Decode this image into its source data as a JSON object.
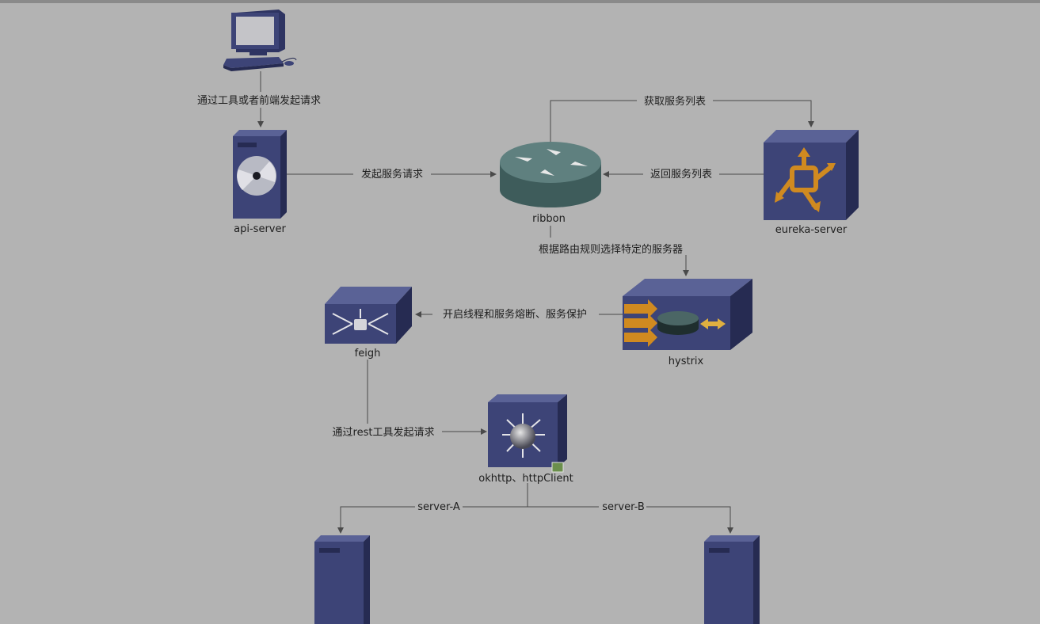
{
  "nodes": {
    "client": {
      "label": ""
    },
    "api_server": {
      "label": "api-server"
    },
    "ribbon": {
      "label": "ribbon"
    },
    "eureka_server": {
      "label": "eureka-server"
    },
    "hystrix": {
      "label": "hystrix"
    },
    "feign": {
      "label": "feigh"
    },
    "http_client": {
      "label": "okhttp、httpClient"
    },
    "server_a": {
      "label": ""
    },
    "server_b": {
      "label": ""
    }
  },
  "edges": {
    "client_to_api": "通过工具或者前端发起请求",
    "api_to_ribbon": "发起服务请求",
    "ribbon_to_eureka": "获取服务列表",
    "eureka_to_ribbon": "返回服务列表",
    "ribbon_to_hystrix": "根据路由规则选择特定的服务器",
    "hystrix_to_feign": "开启线程和服务熔断、服务保护",
    "feign_to_http": "通过rest工具发起请求",
    "http_to_server_a": "server-A",
    "http_to_server_b": "server-B"
  },
  "icons": {
    "client": "computer-icon",
    "api_server": "server-tower-icon",
    "ribbon": "router-icon",
    "eureka_server": "directory-server-icon",
    "hystrix": "load-balancer-icon",
    "feign": "switch-icon",
    "http_client": "hub-switch-icon",
    "server_a": "server-tower-icon",
    "server_b": "server-tower-icon"
  },
  "colors": {
    "background": "#b3b3b3",
    "device_blue": "#3d4477",
    "device_dark": "#262b52",
    "router_teal": "#4a6b6a",
    "accent_orange": "#c27a18",
    "line": "#4a4a4a"
  }
}
